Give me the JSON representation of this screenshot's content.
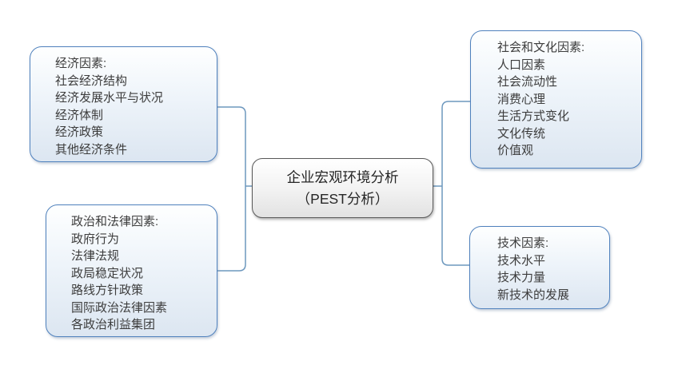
{
  "diagram": {
    "type": "pest-analysis-diagram",
    "center_node": {
      "line1": "企业宏观环境分析",
      "line2": "（PEST分析）"
    },
    "nodes": {
      "economic": {
        "lines": [
          "经济因素:",
          "社会经济结构",
          "经济发展水平与状况",
          "经济体制",
          "经济政策",
          "其他经济条件"
        ]
      },
      "political": {
        "lines": [
          "政治和法律因素:",
          "政府行为",
          "法律法规",
          "政局稳定状况",
          "路线方针政策",
          "国际政治法律因素",
          "各政治利益集团"
        ]
      },
      "social": {
        "lines": [
          "社会和文化因素:",
          "人口因素",
          "社会流动性",
          "消费心理",
          "生活方式变化",
          "文化传统",
          "价值观"
        ]
      },
      "technology": {
        "lines": [
          "技术因素:",
          "技术水平",
          "技术力量",
          "新技术的发展"
        ]
      }
    },
    "colors": {
      "box_border": "#4f81bd",
      "box_fill_top": "#feffff",
      "box_fill_bottom": "#dce6f1",
      "center_border": "#595959",
      "center_fill_bottom": "#e2e2e2",
      "connector": "#6d98be",
      "text": "#3d3d3d"
    }
  }
}
